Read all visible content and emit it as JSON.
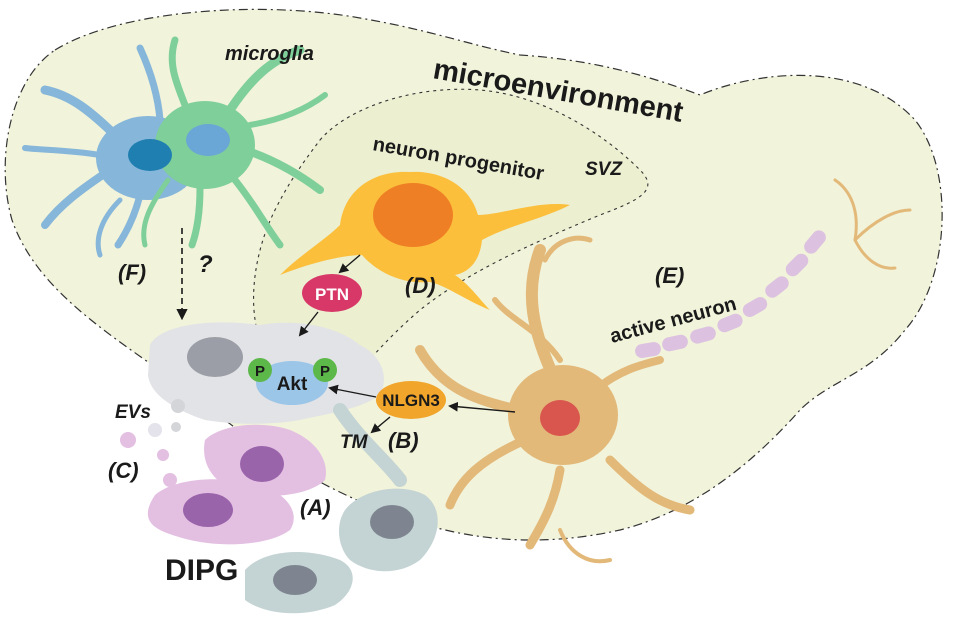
{
  "labels": {
    "microenvironment": "microenvironment",
    "microglia": "microglia",
    "neuron_progenitor": "neuron progenitor",
    "svz": "SVZ",
    "active_neuron": "active neuron",
    "ptn": "PTN",
    "akt": "Akt",
    "p": "P",
    "nlgn3": "NLGN3",
    "tm": "TM",
    "evs": "EVs",
    "dipg": "DIPG",
    "question": "?",
    "panel_a": "(A)",
    "panel_b": "(B)",
    "panel_c": "(C)",
    "panel_d": "(D)",
    "panel_e": "(E)",
    "panel_f": "(F)"
  },
  "colors": {
    "microenvironment_fill": "#f1f3da",
    "microglia_green": "#7fcf9a",
    "microglia_blue": "#86b6d9",
    "progenitor_orange": "#fbbf3c",
    "progenitor_nucleus": "#ef7f25",
    "active_neuron_tan": "#e3b97a",
    "active_neuron_nucleus": "#d9564e",
    "myelin": "#dcc2e0",
    "ptn_pink": "#d83868",
    "nlgn3_orange": "#f1a52a",
    "akt_blue": "#9cc6e8",
    "phospho_green": "#5db84a",
    "dipg_purple": "#e3bfe2",
    "dipg_nucleus": "#9a64ab",
    "tumor_gray": "#e2e3e6",
    "tumor_teal": "#c4d3d3"
  }
}
